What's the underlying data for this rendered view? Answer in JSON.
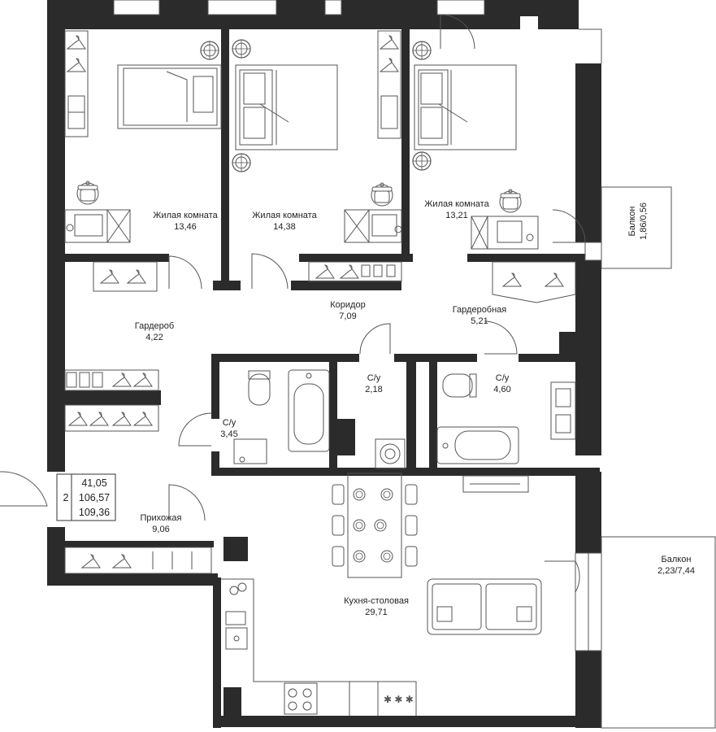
{
  "rooms": [
    {
      "id": "bedroom-1",
      "name": "Жилая комната",
      "area": "13,46"
    },
    {
      "id": "bedroom-2",
      "name": "Жилая комната",
      "area": "14,38"
    },
    {
      "id": "bedroom-3",
      "name": "Жилая комната",
      "area": "13,21"
    },
    {
      "id": "wardrobe",
      "name": "Гардероб",
      "area": "4,22"
    },
    {
      "id": "corridor",
      "name": "Коридор",
      "area": "7,09"
    },
    {
      "id": "dressing-room",
      "name": "Гардеробная",
      "area": "5,21"
    },
    {
      "id": "bathroom-1",
      "name": "С/у",
      "area": "2,18"
    },
    {
      "id": "bathroom-2",
      "name": "С/у",
      "area": "4,60"
    },
    {
      "id": "bathroom-3",
      "name": "С/у",
      "area": "3,45"
    },
    {
      "id": "hallway",
      "name": "Прихожая",
      "area": "9,06"
    },
    {
      "id": "kitchen",
      "name": "Кухня-столовая",
      "area": "29,71"
    },
    {
      "id": "balcony-1",
      "name": "Балкон",
      "area": "1,86/0,56"
    },
    {
      "id": "balcony-2",
      "name": "Балкон",
      "area": "2,23/7,44"
    }
  ],
  "summary": {
    "rooms": "2",
    "living_area": "41,05",
    "total_area": "106,57",
    "total_with_balcony": "109,36"
  },
  "colors": {
    "wall": "#2b2b2b",
    "line": "#555555",
    "background": "#ffffff"
  }
}
